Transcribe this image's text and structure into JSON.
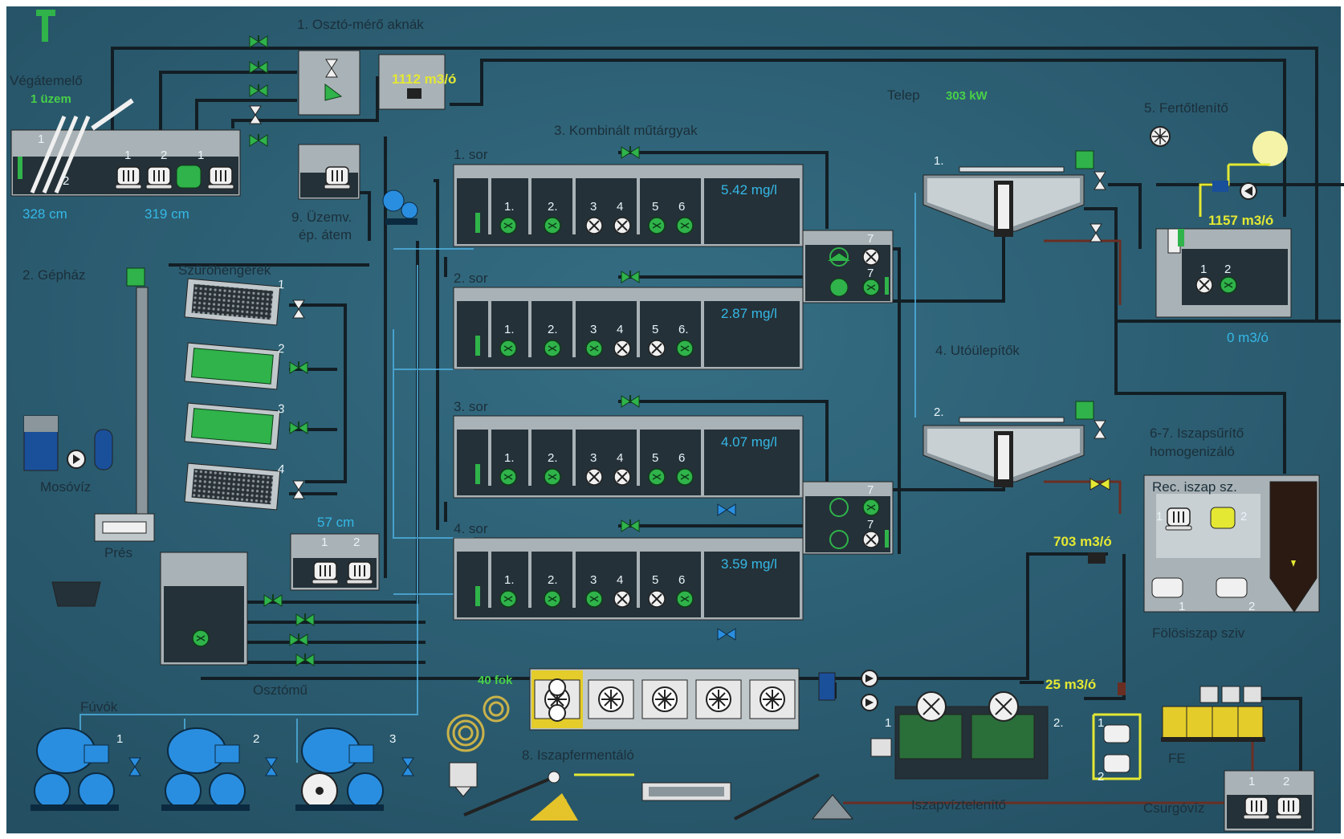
{
  "labels": {
    "aknak": "1. Osztó-mérő aknák",
    "vegatemelo": "Végátemelő",
    "gephaz": "2. Gépház",
    "szurohengerek": "Szűrőhengerek",
    "mosoviz": "Mosóvíz",
    "pres": "Prés",
    "osztomu": "Osztómű",
    "fuvok": "Fúvók",
    "kombinalt": "3. Kombinált műtárgyak",
    "utoulepitok": "4. Utóülepítők",
    "fertotlenito": "5. Fertőtlenítő",
    "iszapsurito": "6-7. Iszapsűrítő",
    "homogenizalo": "homogenizáló",
    "rec_iszap": "Rec. iszap sz.",
    "folosiszap": "Fölösiszap sziv",
    "iszapfermentalo": "8. Iszapfermentáló",
    "iszapviztelenito": "Iszapvíztelenítő",
    "csurgoviz": "Csurgóvíz",
    "fe": "FE",
    "uzemv": "9. Üzemv.",
    "ep_atem": "ép. átem",
    "telep": "Telep"
  },
  "readings": {
    "flow_akna": "1112 m3/ó",
    "level_vegatemelo_left": "328 cm",
    "level_vegatemelo_right": "319 cm",
    "telep_power": "303 kW",
    "flow_fertotlenito": "1157 m3/ó",
    "flow_fertotlenito_out": "0 m3/ó",
    "level_osztomu": "57 cm",
    "flow_recirk": "703 m3/ó",
    "flow_iszap": "25 m3/ó",
    "vegatemelo_status": "1 üzem",
    "fermentalo_temp": "40 fok"
  },
  "rows": [
    {
      "label": "1. sor",
      "do": "5.42 mg/l"
    },
    {
      "label": "2. sor",
      "do": "2.87 mg/l"
    },
    {
      "label": "3. sor",
      "do": "4.07 mg/l"
    },
    {
      "label": "4. sor",
      "do": "3.59 mg/l"
    }
  ],
  "row_units": [
    "1.",
    "2.",
    "3.",
    "4.",
    "5.",
    "6."
  ],
  "colors": {
    "background": "#2c5f72",
    "pipe": "#121e24",
    "running": "#2fb34a",
    "stopped": "#f0f0f0",
    "water": "#35b8e6",
    "alarm": "#e4e833"
  }
}
